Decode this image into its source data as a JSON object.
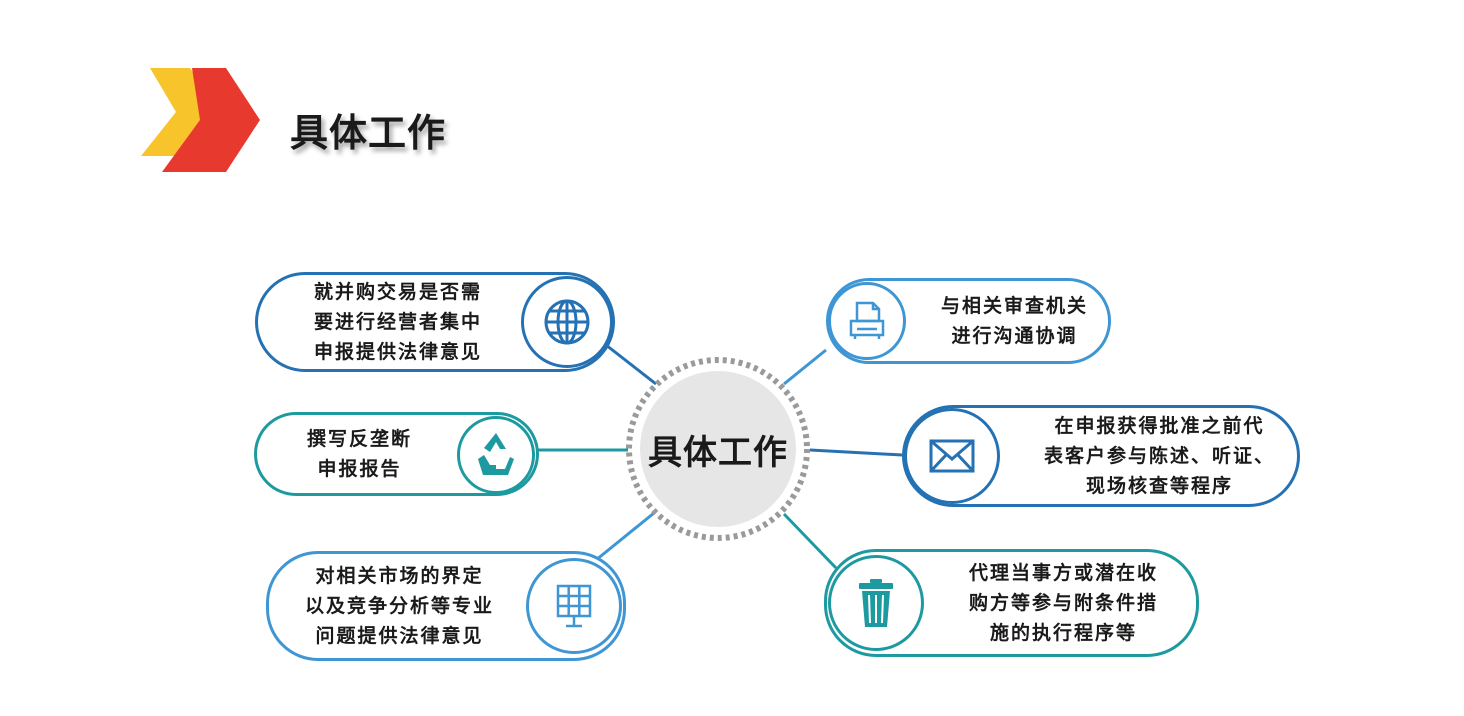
{
  "page": {
    "title": "具体工作"
  },
  "center": {
    "label": "具体工作"
  },
  "colors": {
    "blue": "#2471b3",
    "teal": "#1d9aa0",
    "light_blue": "#3f96d4",
    "dashed_ring": "#9a9a9a",
    "center_fill": "#e6e6e6",
    "chevron_yellow": "#f7c42b",
    "chevron_red": "#e8392f"
  },
  "nodes": [
    {
      "id": "merger-filing-opinion",
      "text": "就并购交易是否需\n要进行经营者集中\n申报提供法律意见",
      "icon": "globe-icon",
      "color": "blue"
    },
    {
      "id": "antitrust-report",
      "text": "撰写反垄断\n申报报告",
      "icon": "recycle-icon",
      "color": "teal"
    },
    {
      "id": "market-definition",
      "text": "对相关市场的界定\n以及竞争分析等专业\n问题提供法律意见",
      "icon": "solar-panel-icon",
      "color": "light_blue"
    },
    {
      "id": "authority-communication",
      "text": "与相关审查机关\n进行沟通协调",
      "icon": "printer-icon",
      "color": "light_blue"
    },
    {
      "id": "hearing-representation",
      "text": "在申报获得批准之前代\n表客户参与陈述、听证、\n现场核查等程序",
      "icon": "envelope-icon",
      "color": "blue"
    },
    {
      "id": "remedies-implementation",
      "text": "代理当事方或潜在收\n购方等参与附条件措\n施的执行程序等",
      "icon": "trash-icon",
      "color": "teal"
    }
  ]
}
